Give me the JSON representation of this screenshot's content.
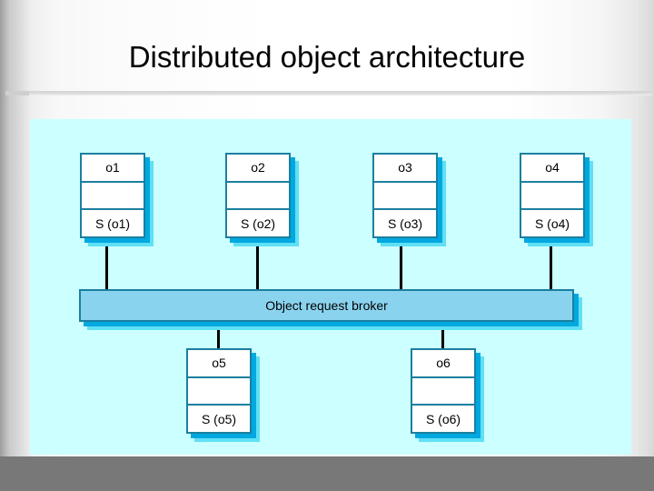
{
  "slide": {
    "title": "Distributed object architecture",
    "canvas_background": "#ccffff",
    "page_background": "#ffffff",
    "footer_band_color": "#787878"
  },
  "diagram": {
    "type": "architecture",
    "broker": {
      "label": "Object request broker",
      "fill": "#8ad3ef",
      "border": "#1b7fa0"
    },
    "objects_top": [
      {
        "name": "o1",
        "service": "S (o1)"
      },
      {
        "name": "o2",
        "service": "S (o2)"
      },
      {
        "name": "o3",
        "service": "S (o3)"
      },
      {
        "name": "o4",
        "service": "S (o4)"
      }
    ],
    "objects_bottom": [
      {
        "name": "o5",
        "service": "S (o5)"
      },
      {
        "name": "o6",
        "service": "S (o6)"
      }
    ],
    "connectors": 6,
    "colors": {
      "box_fill": "#ffffff",
      "box_border": "#1b7fa0",
      "shadow_inner": "#00a8e0",
      "shadow_outer": "#5fe0f5",
      "wire": "#000000"
    }
  }
}
